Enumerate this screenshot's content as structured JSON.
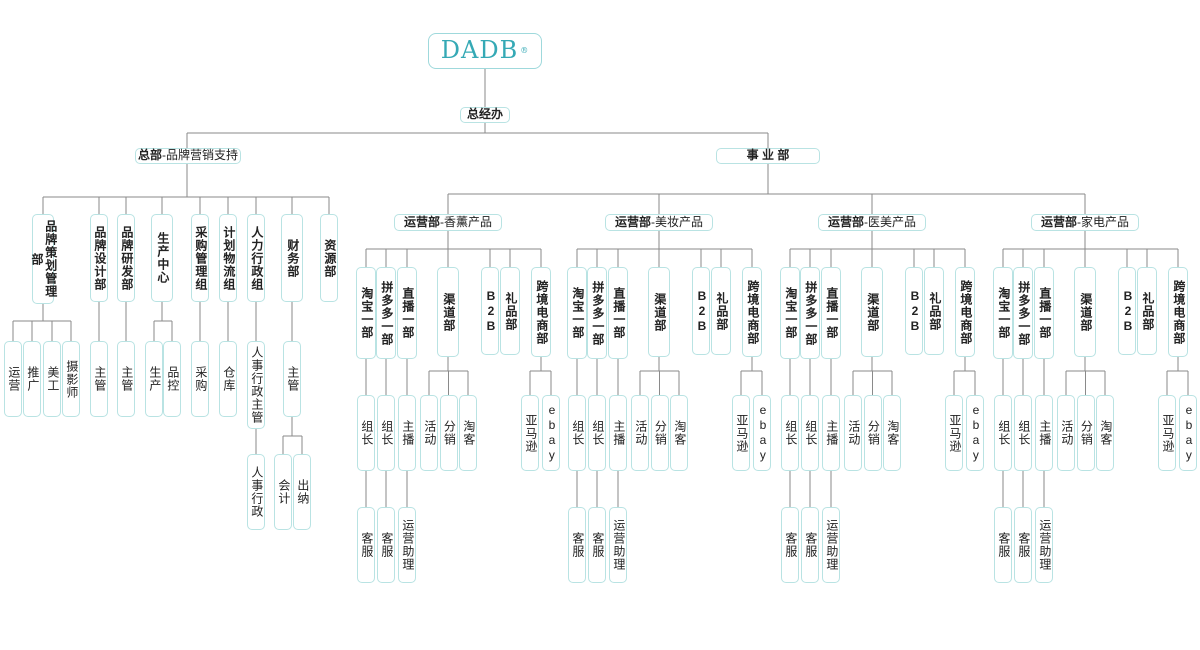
{
  "logo": {
    "text": "DADB",
    "mark": "®"
  },
  "top": {
    "label": "总经办"
  },
  "hq": {
    "label_bold": "总部",
    "label_rest": "-品牌营销支持",
    "depts": [
      {
        "label": "品牌策划管理部",
        "subs": [
          "运营",
          "推广",
          "美工",
          "摄影师"
        ]
      },
      {
        "label": "品牌设计部",
        "subs": [
          "主管"
        ]
      },
      {
        "label": "品牌研发部",
        "subs": [
          "主管"
        ]
      },
      {
        "label": "生产中心",
        "subs": [
          "生产",
          "品控"
        ]
      },
      {
        "label": "采购管理组",
        "subs": [
          "采购"
        ]
      },
      {
        "label": "计划物流组",
        "subs": [
          "仓库"
        ]
      },
      {
        "label": "人力行政组",
        "subs": [
          "人事行政主管"
        ],
        "subs2": [
          "人事行政"
        ]
      },
      {
        "label": "财务部",
        "subs": [
          "主管"
        ],
        "subs2": [
          "会计",
          "出纳"
        ]
      },
      {
        "label": "资源部"
      }
    ]
  },
  "biz": {
    "label": "事 业 部",
    "groups": [
      {
        "label_bold": "运营部",
        "label_rest": "-香薰产品"
      },
      {
        "label_bold": "运营部",
        "label_rest": "-美妆产品"
      },
      {
        "label_bold": "运营部",
        "label_rest": "-医美产品"
      },
      {
        "label_bold": "运营部",
        "label_rest": "-家电产品"
      }
    ],
    "depts": {
      "taobao": "淘宝一部",
      "pdd": "拼多多一部",
      "live": "直播一部",
      "channel": "渠道部",
      "b2b": "B2B",
      "gift": "礼品部",
      "cross": "跨境电商部"
    },
    "roles": {
      "leader": "组长",
      "host": "主播",
      "cs": "客服",
      "assistant": "运营助理",
      "activity": "活动",
      "distribution": "分销",
      "taoke": "淘客",
      "amazon": "亚马逊",
      "ebay": "ebay"
    }
  }
}
